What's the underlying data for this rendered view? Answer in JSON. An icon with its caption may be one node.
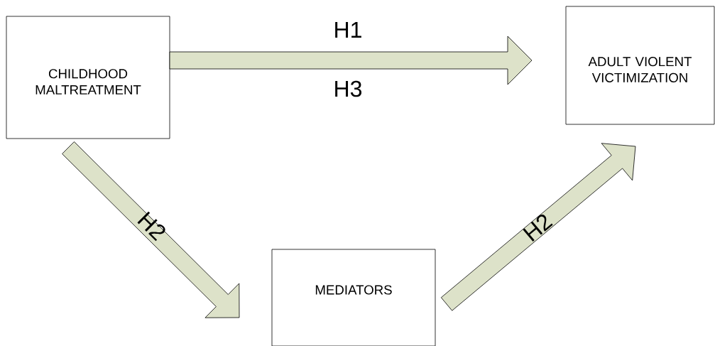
{
  "diagram": {
    "nodes": [
      {
        "text": [
          "CHILDHOOD MALTREATMENT"
        ]
      },
      {
        "text": [
          "ADULT VIOLENT VICTIMIZATION"
        ]
      },
      {
        "text": [
          "MEDIATORS"
        ]
      }
    ],
    "edges": [
      {
        "from": 0,
        "to": 1,
        "arrow": "to",
        "label": "H1"
      },
      {
        "from": 0,
        "to": 2,
        "arrow": "to",
        "label": "H2"
      },
      {
        "from": 2,
        "to": 1,
        "arrow": "to",
        "label": "H2"
      }
    ],
    "labels": [
      "H3"
    ]
  }
}
